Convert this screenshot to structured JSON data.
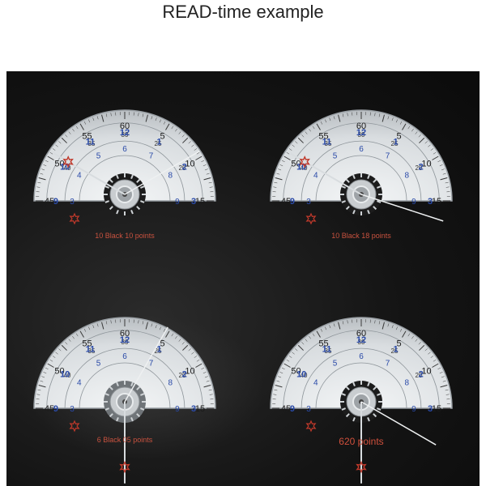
{
  "page_title": "READ-time example",
  "dials": [
    {
      "caption": "10 Black 10 points",
      "caption_size": "small",
      "hour_target": 10,
      "minute_target": 10,
      "hour_marker": "star-icon",
      "minute_marker": "moon-icon",
      "hub_style": "dark"
    },
    {
      "caption": "10 Black 18 points",
      "caption_size": "small",
      "hour_target": 10,
      "minute_target": 18,
      "hour_marker": "star-icon",
      "minute_marker": "moon-icon",
      "hub_style": "dark"
    },
    {
      "caption": "6 Black 05 points",
      "caption_size": "small",
      "hour_target": 6,
      "minute_target": 5,
      "hour_marker": "star-icon",
      "minute_marker": "moon-icon",
      "hub_style": "light"
    },
    {
      "caption": "620 points",
      "caption_size": "large",
      "hour_target": 6,
      "minute_target": 20,
      "hour_marker": "star-icon",
      "minute_marker": "moon-icon",
      "hub_style": "dark"
    }
  ],
  "scale": {
    "minute_labels": [
      "45",
      "50",
      "55",
      "60",
      "5",
      "10",
      "15"
    ],
    "minute_inner_labels": [
      "40",
      "35",
      "30",
      "25",
      "20"
    ],
    "hour_labels": [
      "9",
      "10",
      "11",
      "12",
      "1",
      "2",
      "3"
    ],
    "hour_inner_labels": [
      "3",
      "4",
      "5",
      "6",
      "7",
      "8",
      "9"
    ]
  },
  "colors": {
    "background": "#141414",
    "dial_face": "#d9dde0",
    "dial_edge": "#9aa0a5",
    "tick": "#3a3a3a",
    "hour_numerals": "#2a4aa8",
    "minute_numerals": "#1a1a1a",
    "star_marker": "#c0392b",
    "moon_marker": "#2a4ac8",
    "caption": "#c9523f"
  }
}
